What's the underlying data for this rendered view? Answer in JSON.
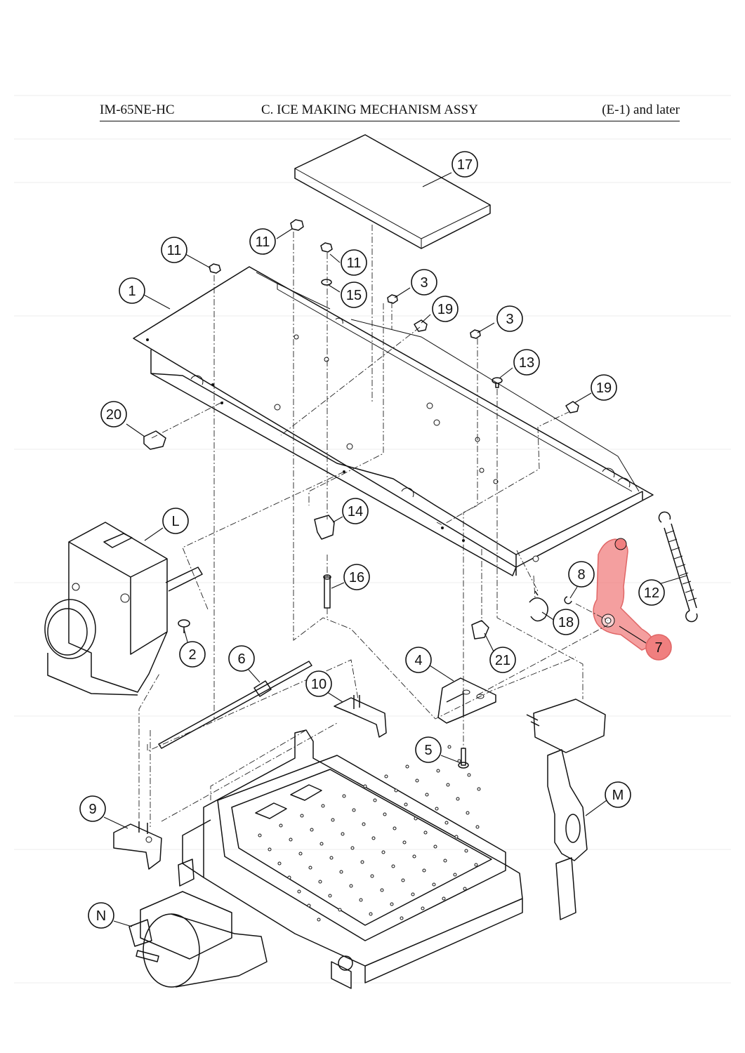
{
  "header": {
    "model": "IM-65NE-HC",
    "title": "C. ICE MAKING MECHANISM ASSY",
    "serial": "(E-1) and later"
  },
  "highlight_color": "#f07f7f",
  "callouts": [
    {
      "id": "c17",
      "text": "17"
    },
    {
      "id": "c11a",
      "text": "11"
    },
    {
      "id": "c11b",
      "text": "11"
    },
    {
      "id": "c11c",
      "text": "11"
    },
    {
      "id": "c1",
      "text": "1"
    },
    {
      "id": "c15",
      "text": "15"
    },
    {
      "id": "c3a",
      "text": "3"
    },
    {
      "id": "c19a",
      "text": "19"
    },
    {
      "id": "c3b",
      "text": "3"
    },
    {
      "id": "c13",
      "text": "13"
    },
    {
      "id": "c19b",
      "text": "19"
    },
    {
      "id": "c20",
      "text": "20"
    },
    {
      "id": "cL",
      "text": "L"
    },
    {
      "id": "c14",
      "text": "14"
    },
    {
      "id": "c16",
      "text": "16"
    },
    {
      "id": "c8",
      "text": "8"
    },
    {
      "id": "c12",
      "text": "12"
    },
    {
      "id": "c18",
      "text": "18"
    },
    {
      "id": "c7",
      "text": "7",
      "highlighted": true
    },
    {
      "id": "c2",
      "text": "2"
    },
    {
      "id": "c6",
      "text": "6"
    },
    {
      "id": "c4",
      "text": "4"
    },
    {
      "id": "c21",
      "text": "21"
    },
    {
      "id": "c10",
      "text": "10"
    },
    {
      "id": "c5",
      "text": "5"
    },
    {
      "id": "cM",
      "text": "M"
    },
    {
      "id": "c9",
      "text": "9"
    },
    {
      "id": "cN",
      "text": "N"
    }
  ]
}
